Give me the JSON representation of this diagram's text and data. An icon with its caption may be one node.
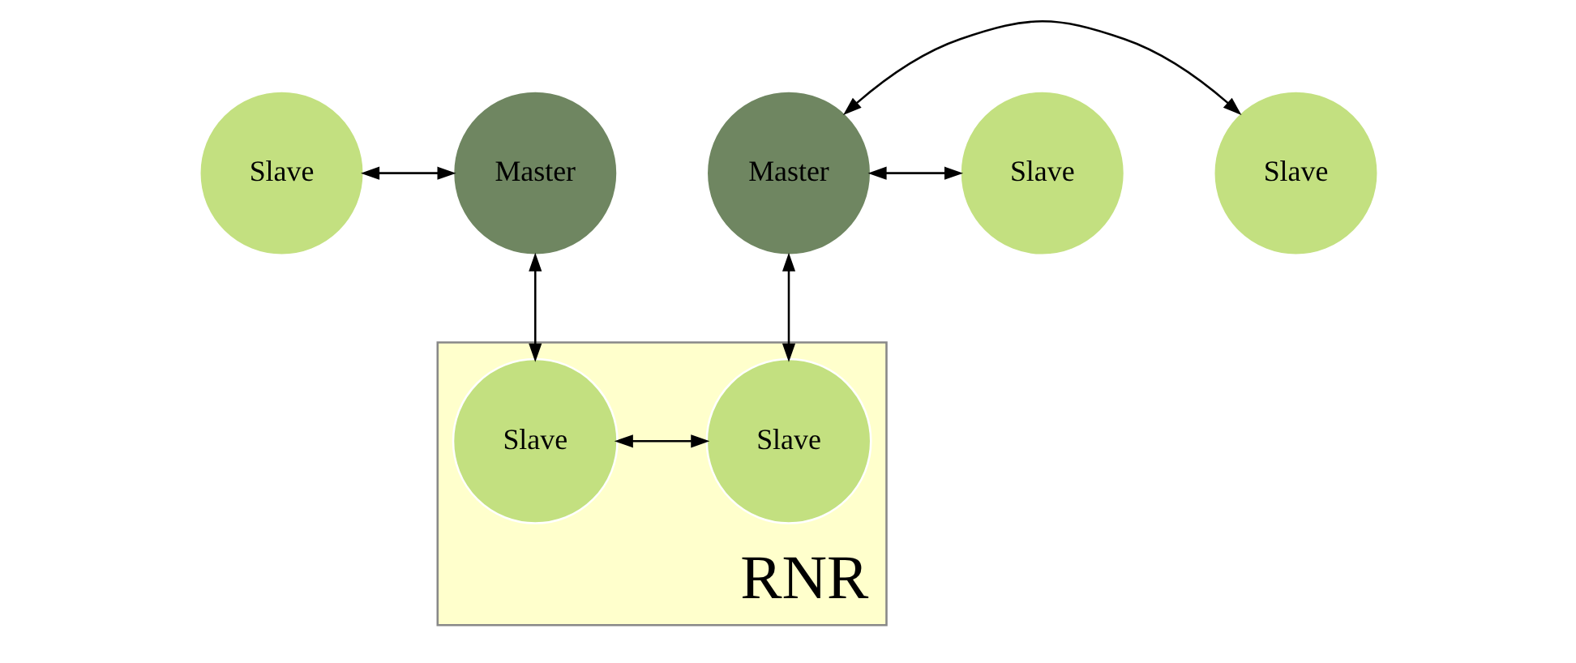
{
  "diagram": {
    "nodes": [
      {
        "text": [
          "Slave"
        ]
      },
      {
        "text": [
          "Master"
        ]
      },
      {
        "text": [
          "Master"
        ]
      },
      {
        "text": [
          "Slave"
        ]
      },
      {
        "text": [
          "Slave"
        ]
      },
      {
        "text": [
          "RNR"
        ]
      },
      {
        "text": [
          "Slave"
        ],
        "in": 5
      },
      {
        "text": [
          "Slave"
        ],
        "in": 5
      }
    ],
    "edges": [
      {
        "from": 0,
        "to": 1,
        "arrow": "both"
      },
      {
        "from": 1,
        "to": 6,
        "arrow": "both"
      },
      {
        "from": 6,
        "to": 7,
        "arrow": "both"
      },
      {
        "from": 7,
        "to": 2,
        "arrow": "both"
      },
      {
        "from": 2,
        "to": 3,
        "arrow": "both"
      },
      {
        "from": 2,
        "to": 4,
        "arrow": "both"
      }
    ]
  }
}
